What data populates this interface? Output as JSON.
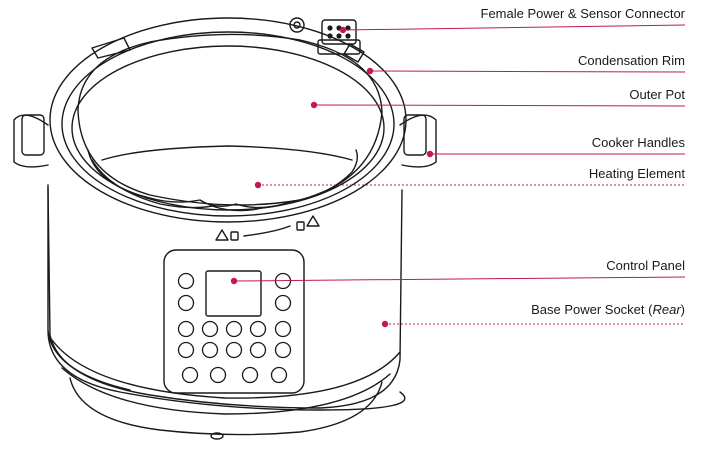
{
  "callouts": [
    {
      "id": "female-power-sensor-connector",
      "label": "Female Power & Sensor Connector",
      "style": "solid"
    },
    {
      "id": "condensation-rim",
      "label": "Condensation Rim",
      "style": "solid"
    },
    {
      "id": "outer-pot",
      "label": "Outer Pot",
      "style": "solid"
    },
    {
      "id": "cooker-handles",
      "label": "Cooker Handles",
      "style": "solid"
    },
    {
      "id": "heating-element",
      "label": "Heating Element",
      "style": "dashed"
    },
    {
      "id": "control-panel",
      "label": "Control Panel",
      "style": "solid"
    },
    {
      "id": "base-power-socket",
      "label": "Base Power Socket (",
      "label_italic": "Rear",
      "label_end": ")",
      "style": "dashed"
    }
  ],
  "colors": {
    "leader": "#c2185b",
    "outline": "#1a1a1a",
    "text": "#1a1a1a"
  }
}
